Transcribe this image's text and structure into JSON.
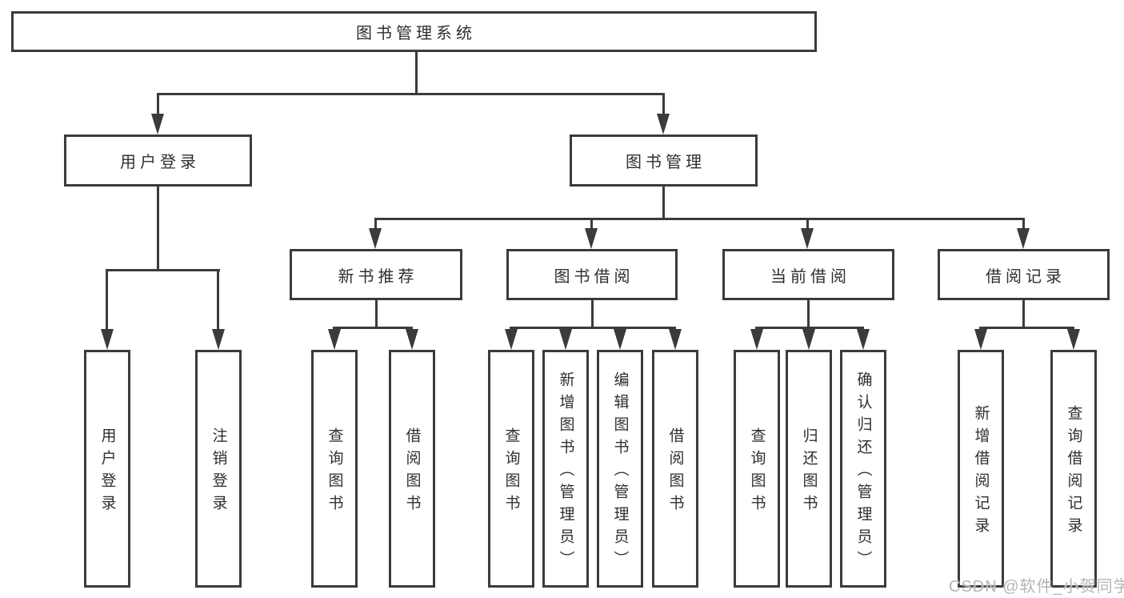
{
  "diagram": {
    "type": "tree-diagram",
    "root": {
      "label": "图书管理系统"
    },
    "level2": [
      {
        "label": "用户登录",
        "leaves": [
          {
            "label": "用户登录"
          },
          {
            "label": "注销登录"
          }
        ]
      },
      {
        "label": "图书管理",
        "groups": [
          {
            "label": "新书推荐",
            "leaves": [
              {
                "label": "查询图书"
              },
              {
                "label": "借阅图书"
              }
            ]
          },
          {
            "label": "图书借阅",
            "leaves": [
              {
                "label": "查询图书"
              },
              {
                "label": "新增图书（管理员）"
              },
              {
                "label": "编辑图书（管理员）"
              },
              {
                "label": "借阅图书"
              }
            ]
          },
          {
            "label": "当前借阅",
            "leaves": [
              {
                "label": "查询图书"
              },
              {
                "label": "归还图书"
              },
              {
                "label": "确认归还（管理员）"
              }
            ]
          },
          {
            "label": "借阅记录",
            "leaves": [
              {
                "label": "新增借阅记录"
              },
              {
                "label": "查询借阅记录"
              }
            ]
          }
        ]
      }
    ]
  },
  "watermark": {
    "text": "CSDN @软件_小贺同学"
  },
  "colors": {
    "line": "#3b3b3b",
    "text": "#2f2f2f",
    "watermark": "#b5b5b5",
    "background": "#ffffff"
  }
}
